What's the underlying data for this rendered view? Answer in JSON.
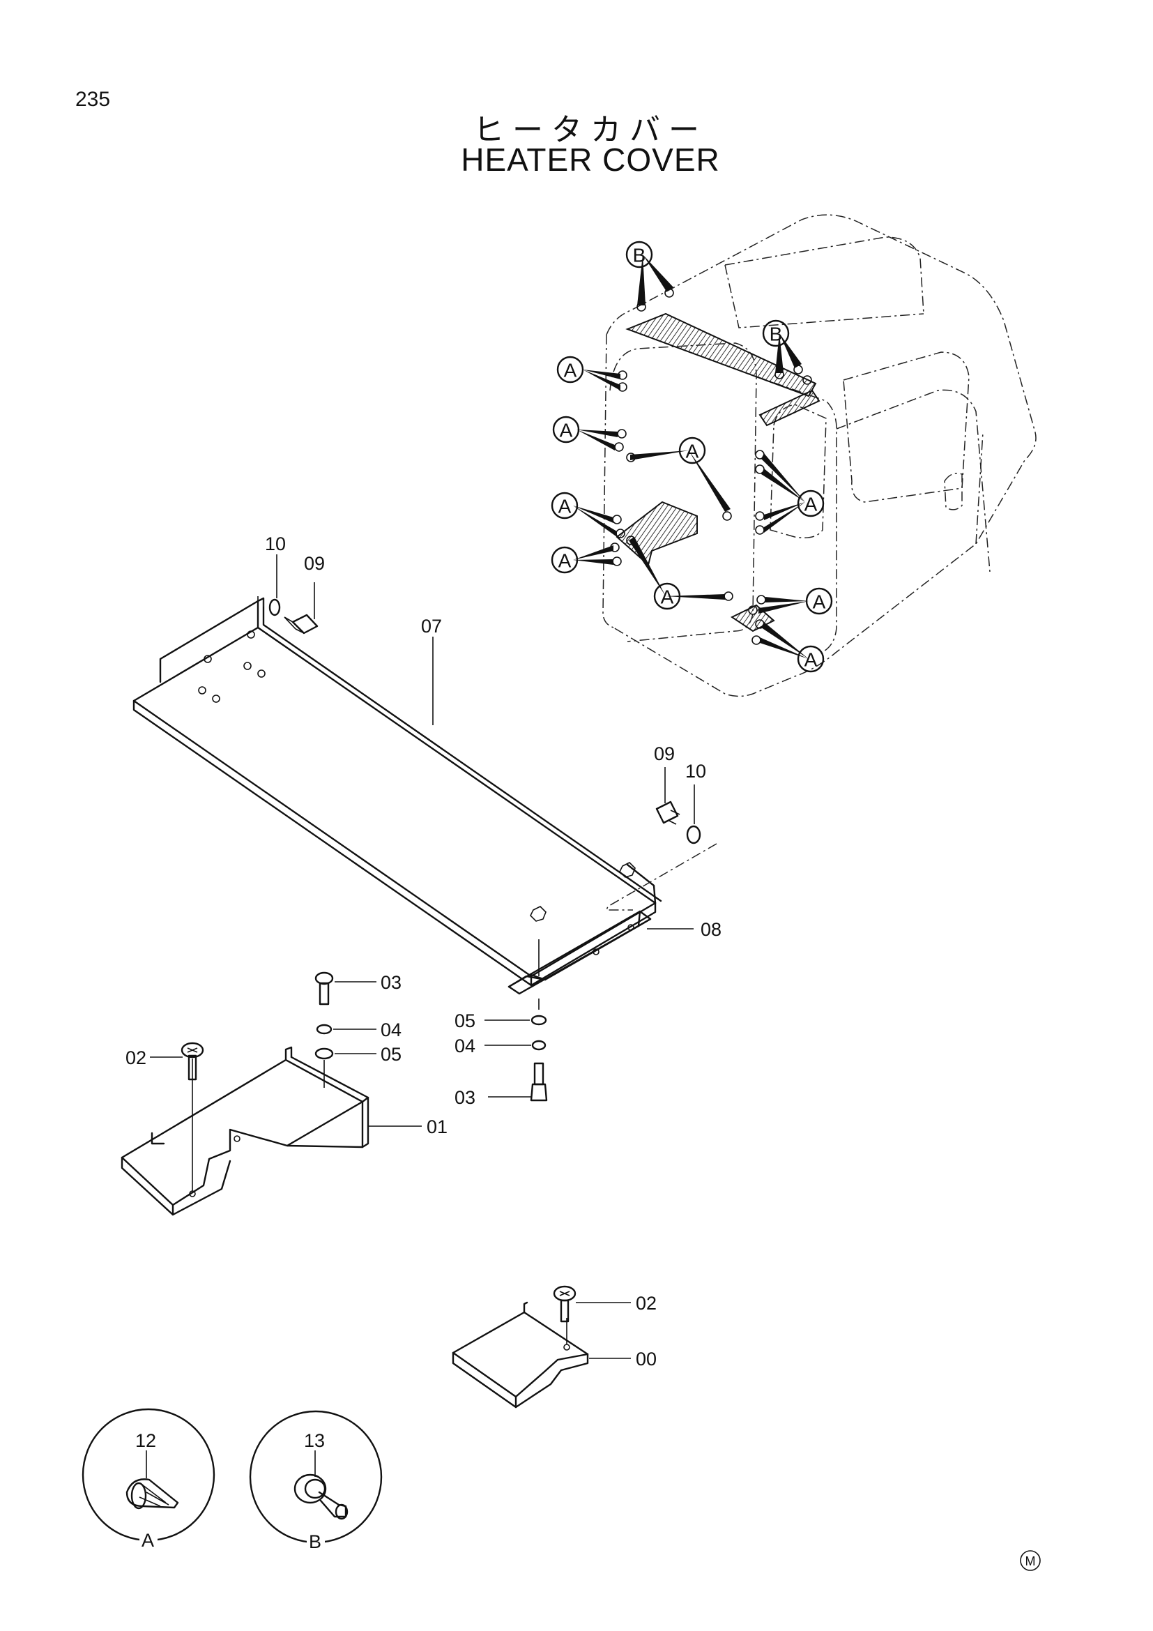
{
  "page": {
    "number": "235",
    "title_jp": "ヒータカバー",
    "title_en": "HEATER COVER",
    "mark": "M"
  },
  "callouts": {
    "a": "A",
    "b": "B"
  },
  "parts": {
    "p00": "00",
    "p01": "01",
    "p02": "02",
    "p03": "03",
    "p04": "04",
    "p05": "05",
    "p07": "07",
    "p08": "08",
    "p09": "09",
    "p10": "10",
    "p12": "12",
    "p13": "13"
  },
  "details": {
    "detail_a": "A",
    "detail_b": "B"
  }
}
